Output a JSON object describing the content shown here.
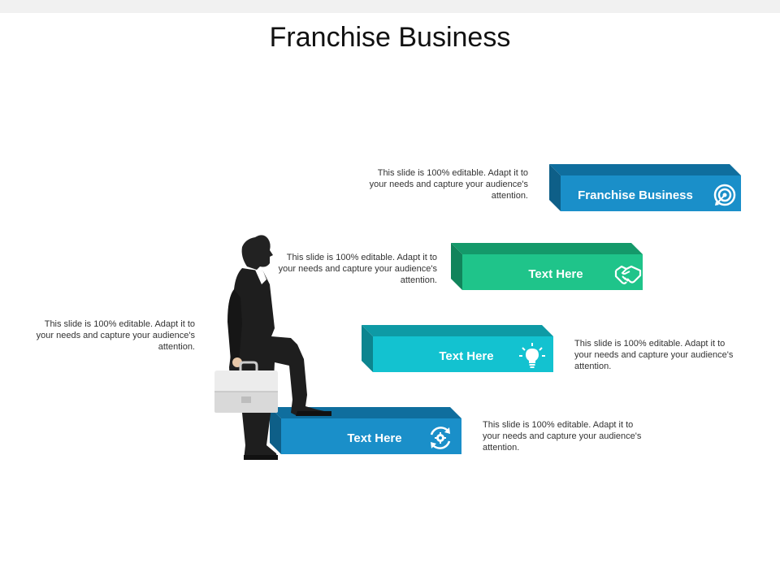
{
  "slide": {
    "title": "Franchise Business"
  },
  "steps": [
    {
      "label": "Franchise Business",
      "icon": "target-icon",
      "description": "This slide is 100% editable. Adapt it to your needs and capture your audience's attention.",
      "colors": {
        "face": "#1a8fc9",
        "top": "#0f6e9e",
        "side": "#0e5f88"
      }
    },
    {
      "label": "Text Here",
      "icon": "handshake-icon",
      "description": "This slide is 100% editable. Adapt it to your needs and capture your audience's attention.",
      "colors": {
        "face": "#1fc48a",
        "top": "#14996a",
        "side": "#11845b"
      }
    },
    {
      "label": "Text Here",
      "icon": "lightbulb-icon",
      "description": "This slide is 100% editable. Adapt it to your needs and capture your audience's attention.",
      "colors": {
        "face": "#13c2d0",
        "top": "#0e9aa5",
        "side": "#0c858f"
      }
    },
    {
      "label": "Text Here",
      "icon": "gear-cycle-icon",
      "description": "This slide is 100% editable. Adapt it to your needs and capture your audience's attention.",
      "colors": {
        "face": "#1a8fc9",
        "top": "#0f6e9e",
        "side": "#0e5f88"
      }
    }
  ],
  "side_note": {
    "description": "This slide is 100% editable. Adapt it to your needs and capture your audience's attention."
  }
}
